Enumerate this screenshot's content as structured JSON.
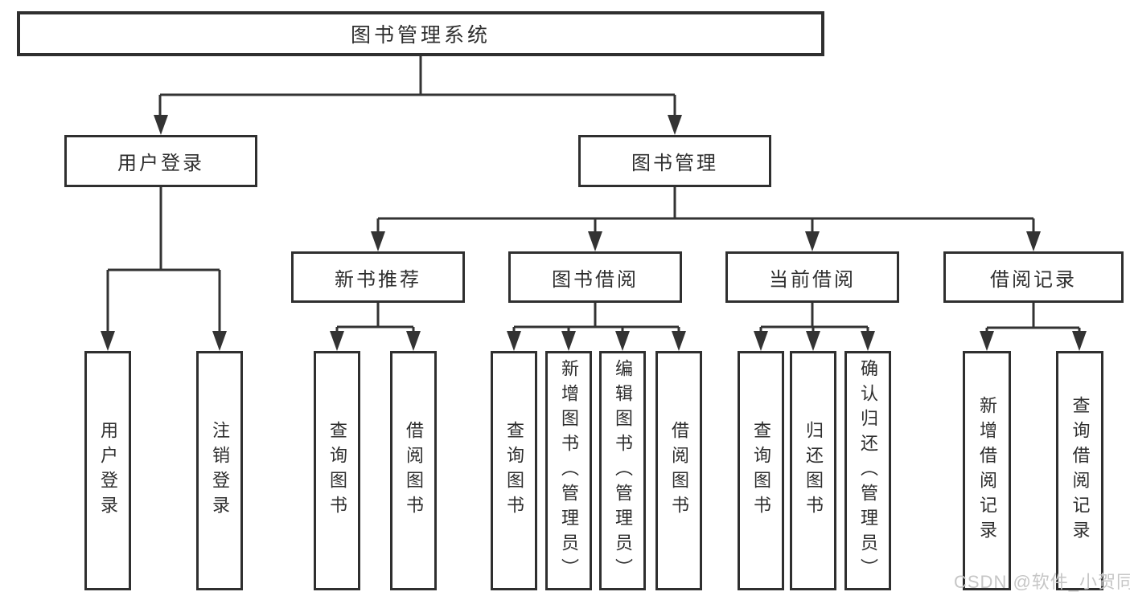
{
  "diagram": {
    "type": "hierarchy-tree",
    "root": {
      "label": "图书管理系统",
      "children": [
        {
          "label": "用户登录",
          "children": [
            {
              "label": "用户登录"
            },
            {
              "label": "注销登录"
            }
          ]
        },
        {
          "label": "图书管理",
          "children": [
            {
              "label": "新书推荐",
              "children": [
                {
                  "label": "查询图书"
                },
                {
                  "label": "借阅图书"
                }
              ]
            },
            {
              "label": "图书借阅",
              "children": [
                {
                  "label": "查询图书"
                },
                {
                  "label": "新增图书（管理员）"
                },
                {
                  "label": "编辑图书（管理员）"
                },
                {
                  "label": "借阅图书"
                }
              ]
            },
            {
              "label": "当前借阅",
              "children": [
                {
                  "label": "查询图书"
                },
                {
                  "label": "归还图书"
                },
                {
                  "label": "确认归还（管理员）"
                }
              ]
            },
            {
              "label": "借阅记录",
              "children": [
                {
                  "label": "新增借阅记录"
                },
                {
                  "label": "查询借阅记录"
                }
              ]
            }
          ]
        }
      ]
    }
  },
  "watermark": {
    "text": "CSDN @软件_小贺同学"
  },
  "colors": {
    "line": "#333333",
    "box_border": "#2f2f2f",
    "text": "#2e2e2e",
    "watermark": "#c6c6c6",
    "background": "#ffffff"
  }
}
